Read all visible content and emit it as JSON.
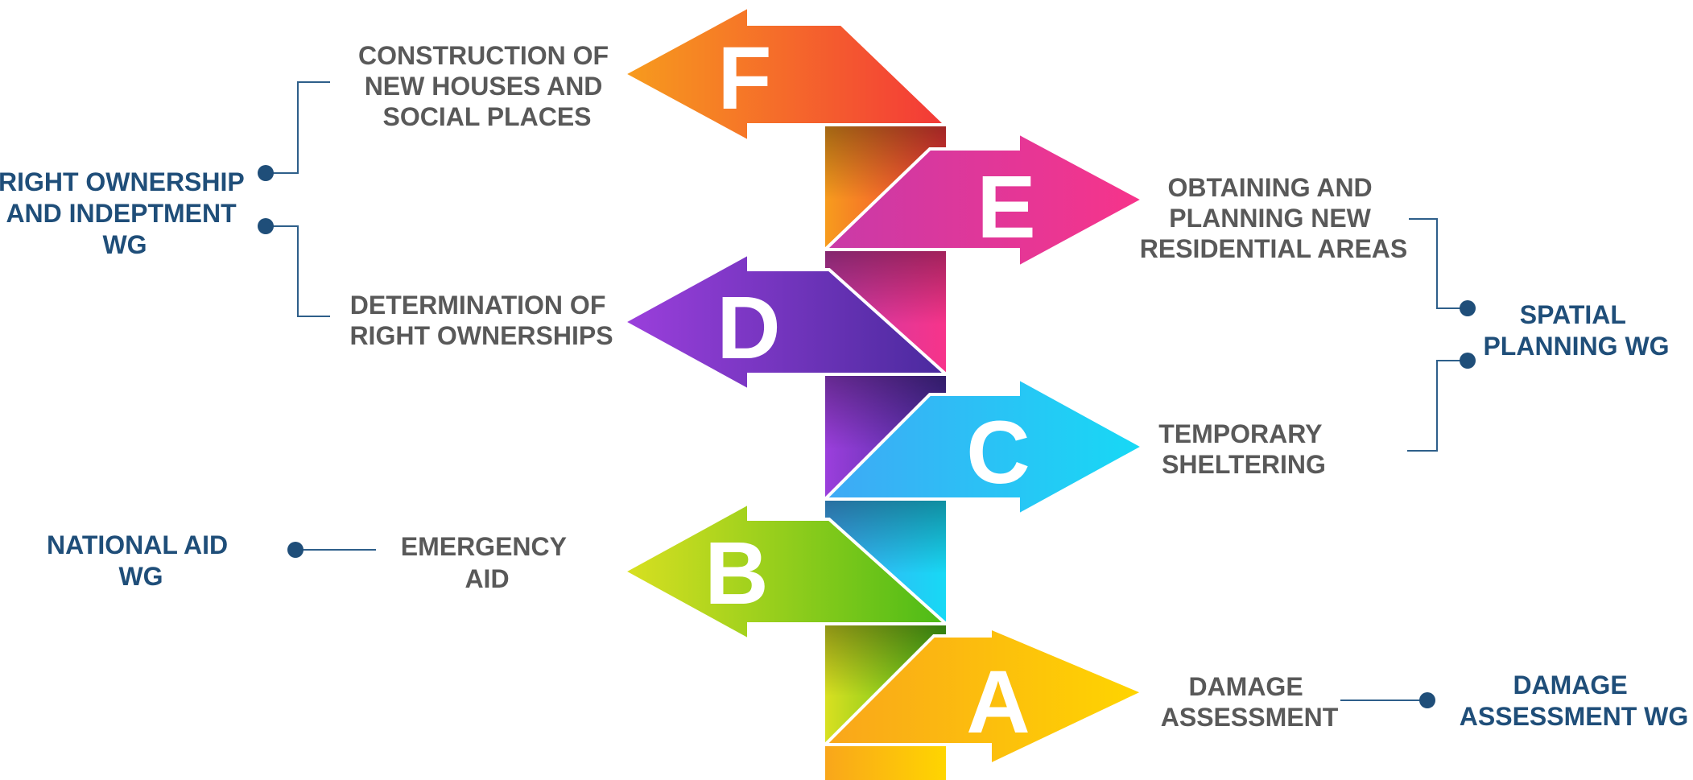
{
  "steps": [
    {
      "letter": "A",
      "label": [
        "DAMAGE",
        "ASSESSMENT"
      ],
      "color_start": "#f9a61b",
      "color_end": "#ffd500"
    },
    {
      "letter": "B",
      "label": [
        "EMERGENCY",
        "AID"
      ],
      "color_start": "#d9e021",
      "color_end": "#4cbb17"
    },
    {
      "letter": "C",
      "label": [
        "TEMPORARY",
        "SHELTERING"
      ],
      "color_start": "#3fa9f5",
      "color_end": "#17d9f5"
    },
    {
      "letter": "D",
      "label": [
        "DETERMINATION OF",
        "RIGHT OWNERSHIPS"
      ],
      "color_start": "#9b3fdc",
      "color_end": "#4a2a9e"
    },
    {
      "letter": "E",
      "label": [
        "OBTAINING AND",
        "PLANNING NEW",
        "RESIDENTIAL AREAS"
      ],
      "color_start": "#c93aa8",
      "color_end": "#f7348a"
    },
    {
      "letter": "F",
      "label": [
        "CONSTRUCTION OF",
        "NEW HOUSES AND",
        "SOCIAL PLACES"
      ],
      "color_start": "#f79c1d",
      "color_end": "#f33838"
    }
  ],
  "working_groups": [
    {
      "id": "right_ownership",
      "label": [
        "RIGHT OWNERSHIP",
        "AND INDEPTMENT",
        "WG"
      ]
    },
    {
      "id": "national_aid",
      "label": [
        "NATIONAL AID",
        "WG"
      ]
    },
    {
      "id": "spatial_planning",
      "label": [
        "SPATIAL",
        "PLANNING WG"
      ]
    },
    {
      "id": "damage_assessment",
      "label": [
        "DAMAGE",
        "ASSESSMENT WG"
      ]
    }
  ],
  "colors": {
    "step_text": "#595959",
    "wg_text": "#1f4e79",
    "connector": "#2e5f8a"
  }
}
